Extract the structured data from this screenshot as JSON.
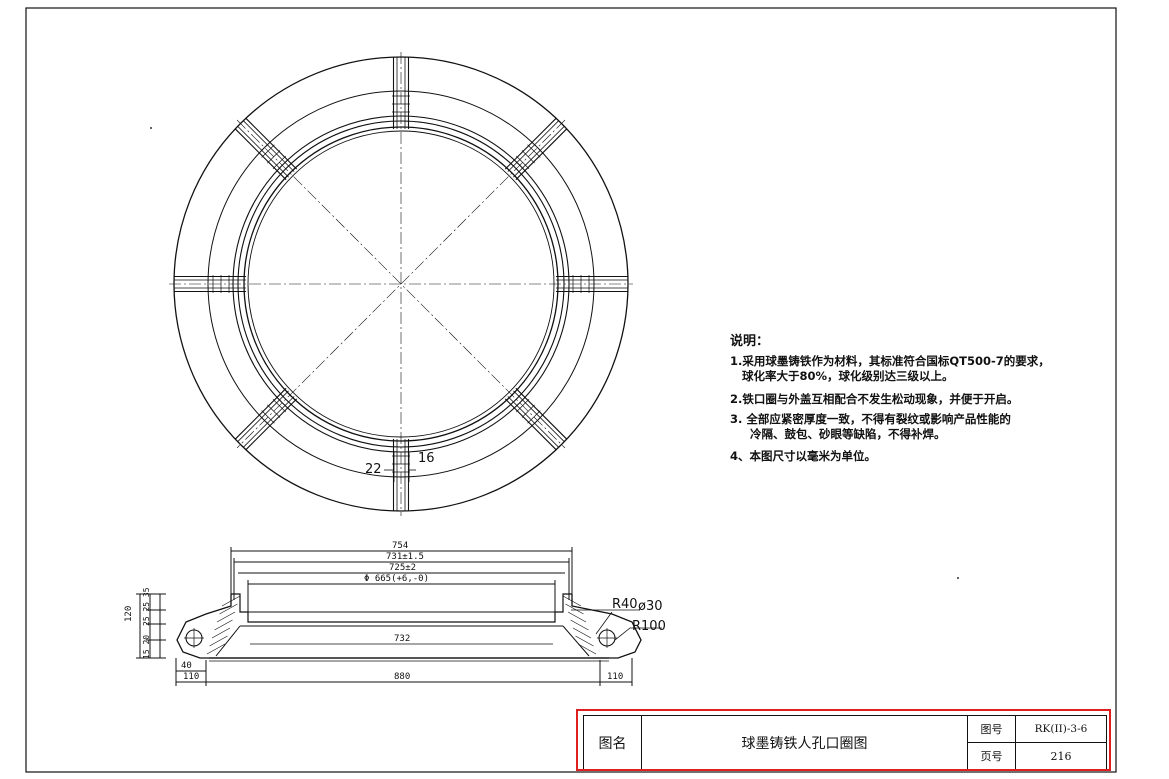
{
  "notes": {
    "title": "说明：",
    "items": [
      [
        "1.采用球墨铸铁作为材料，其标准符合国标QT500-7的要求，",
        "球化率大于80%，球化级别达三级以上。"
      ],
      [
        "2.铁口圈与外盖互相配合不发生松动现象，并便于开启。"
      ],
      [
        "3. 全部应紧密厚度一致，不得有裂纹或影响产品性能的",
        "冷隔、鼓包、砂眼等缺陷，不得补焊。"
      ],
      [
        "4、本图尺寸以毫米为单位。"
      ]
    ]
  },
  "plan_dims": {
    "left": "22",
    "right": "16"
  },
  "section_dims": {
    "d754": "754",
    "d731": "731±1.5",
    "d725": "725±2",
    "d665": "Φ 665(+6,-0)",
    "d732": "732",
    "d880": "880",
    "d110_left": "110",
    "d110_right": "110",
    "d40": "40",
    "d120": "120",
    "vstack_top": "25 25 35",
    "vstack_bottom": "15 20",
    "r40": "R40",
    "phi30": "ø30",
    "r100": "R100"
  },
  "title_block": {
    "name_label": "图名",
    "name": "球墨铸铁人孔口圈图",
    "drawing_no_label": "图号",
    "drawing_no": "RK(II)-3-6",
    "page_label": "页号",
    "page": "216"
  },
  "colors": {
    "ink": "#111111",
    "highlight": "#e02020"
  }
}
